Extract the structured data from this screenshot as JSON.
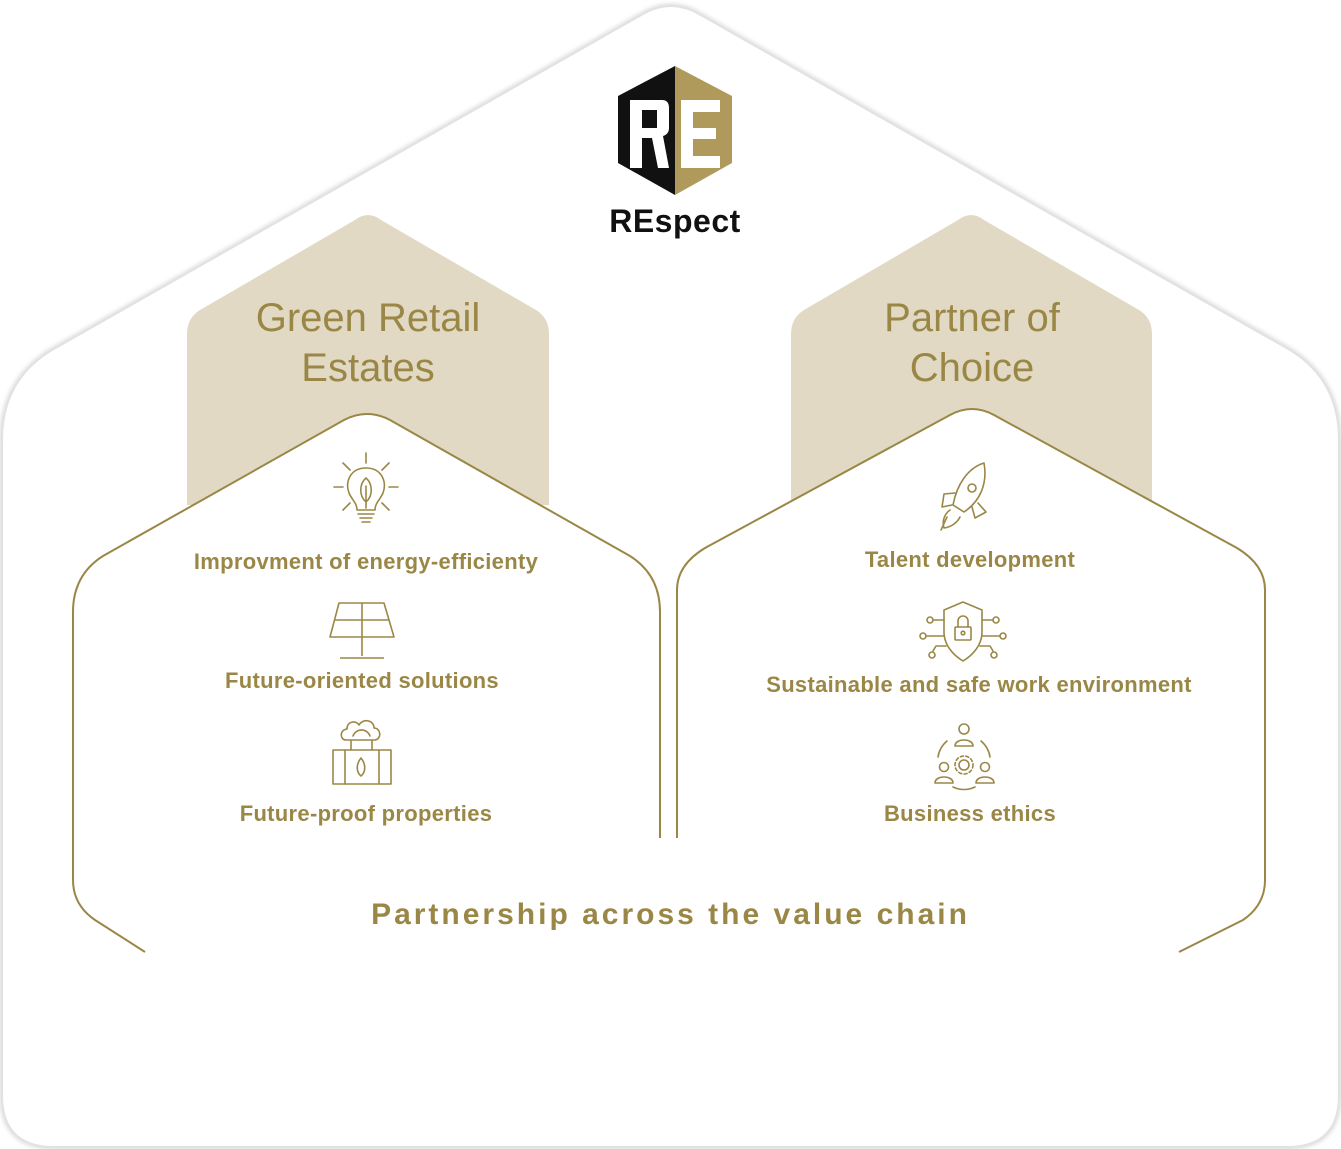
{
  "brand": {
    "logo_letters": [
      "R",
      "E"
    ],
    "name": "REspect"
  },
  "pillars": [
    {
      "title": "Green Retail Estates",
      "items": [
        {
          "label": "Improvment of energy-efficienty",
          "icon": "lightbulb-leaf-icon"
        },
        {
          "label": "Future-oriented solutions",
          "icon": "solar-panel-icon"
        },
        {
          "label": "Future-proof properties",
          "icon": "green-building-icon"
        }
      ]
    },
    {
      "title": "Partner of Choice",
      "items": [
        {
          "label": "Talent development",
          "icon": "rocket-icon"
        },
        {
          "label": "Sustainable and safe work environment",
          "icon": "security-shield-lock-icon"
        },
        {
          "label": "Business ethics",
          "icon": "team-collaboration-icon"
        }
      ]
    }
  ],
  "footer": {
    "label": "Partnership across the value chain"
  },
  "colors": {
    "gold": "#9a8746",
    "beige": "#e1d9c4",
    "black": "#111111",
    "outline_gray": "#dcdcdc"
  }
}
